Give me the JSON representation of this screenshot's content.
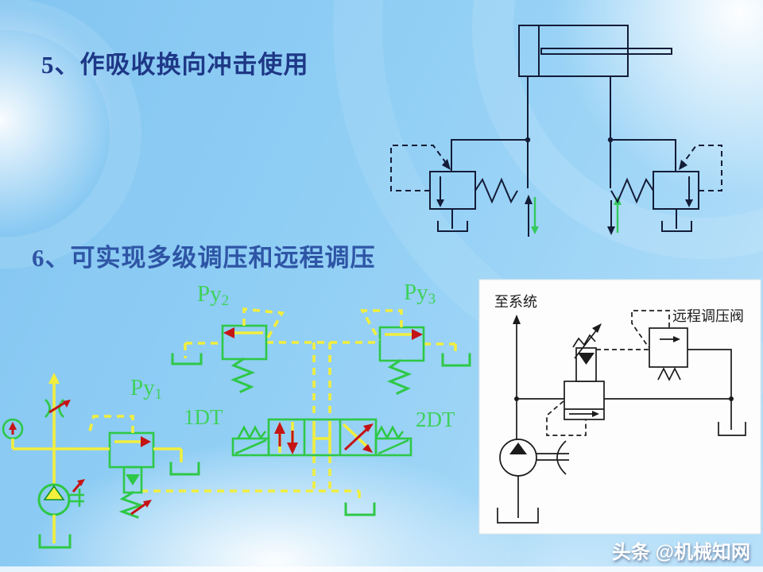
{
  "titles": {
    "item5": "5、作吸收换向冲击使用",
    "item6": "6、可实现多级调压和远程调压"
  },
  "labels": {
    "py1": {
      "main": "Py",
      "sub": "1"
    },
    "py2": {
      "main": "Py",
      "sub": "2"
    },
    "py3": {
      "main": "Py",
      "sub": "3"
    },
    "dt1": "1DT",
    "dt2": "2DT",
    "to_system": "至系统",
    "remote_valve": "远程调压阀"
  },
  "watermark": "头条 @机械知网",
  "colors": {
    "title_blue": "#1e3786",
    "item6_blue": "#2e55a5",
    "label_green": "#3ed15c",
    "green": "#2ec846",
    "yellow": "#f2ee3d",
    "red": "#c41414",
    "navy": "#131c38",
    "ink": "#1b1b1b"
  }
}
